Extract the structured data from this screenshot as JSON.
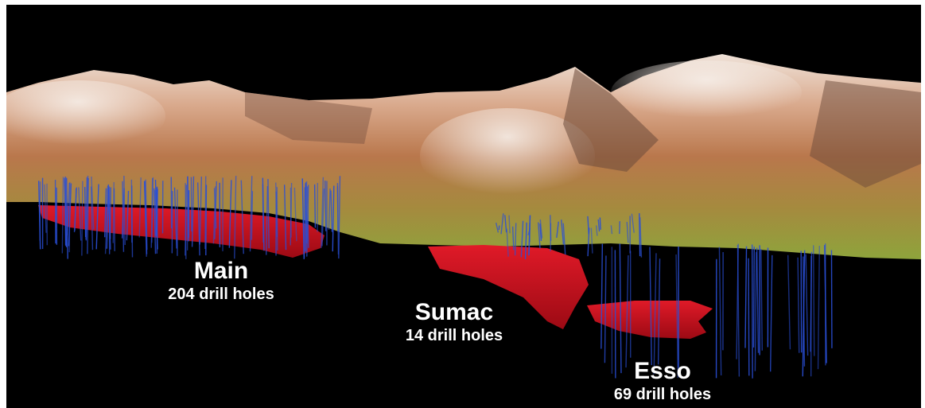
{
  "deposits": [
    {
      "name": "Main",
      "drill_holes": "204 drill holes"
    },
    {
      "name": "Sumac",
      "drill_holes": "14 drill holes"
    },
    {
      "name": "Esso",
      "drill_holes": "69 drill holes"
    }
  ],
  "colors": {
    "background": "#000000",
    "ore_body": "#d01020",
    "drill_hole": "#2a4fd6",
    "terrain_high": "#e6cfc0",
    "terrain_mid": "#b9754a",
    "terrain_low": "#8fa23a"
  }
}
